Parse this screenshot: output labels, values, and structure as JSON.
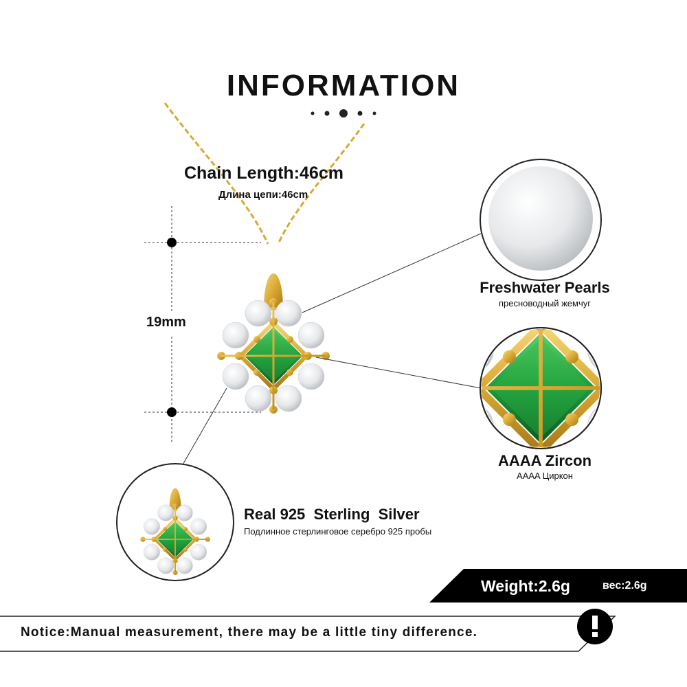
{
  "title": "INFORMATION",
  "chain": {
    "label": "Chain Length:46cm",
    "label_ru": "Длина цепи:46cm"
  },
  "pendant_size": "19mm",
  "features": [
    {
      "label": "Freshwater Pearls",
      "label_ru": "пресноводный жемчуг"
    },
    {
      "label": "AAAA Zircon",
      "label_ru": "AAAA Циркон"
    },
    {
      "label": "Real 925  Sterling  Silver",
      "label_ru": "Подлинное стерлинговое серебро 925 пробы"
    }
  ],
  "weight": {
    "label": "Weight:2.6g",
    "label_ru": "вес:2.6g"
  },
  "notice": "Notice:Manual measurement, there may be a little tiny difference.",
  "colors": {
    "gold": "#d9a832",
    "emerald": "#1e9a3a",
    "pearl": "#eef0f2",
    "black": "#000000"
  }
}
